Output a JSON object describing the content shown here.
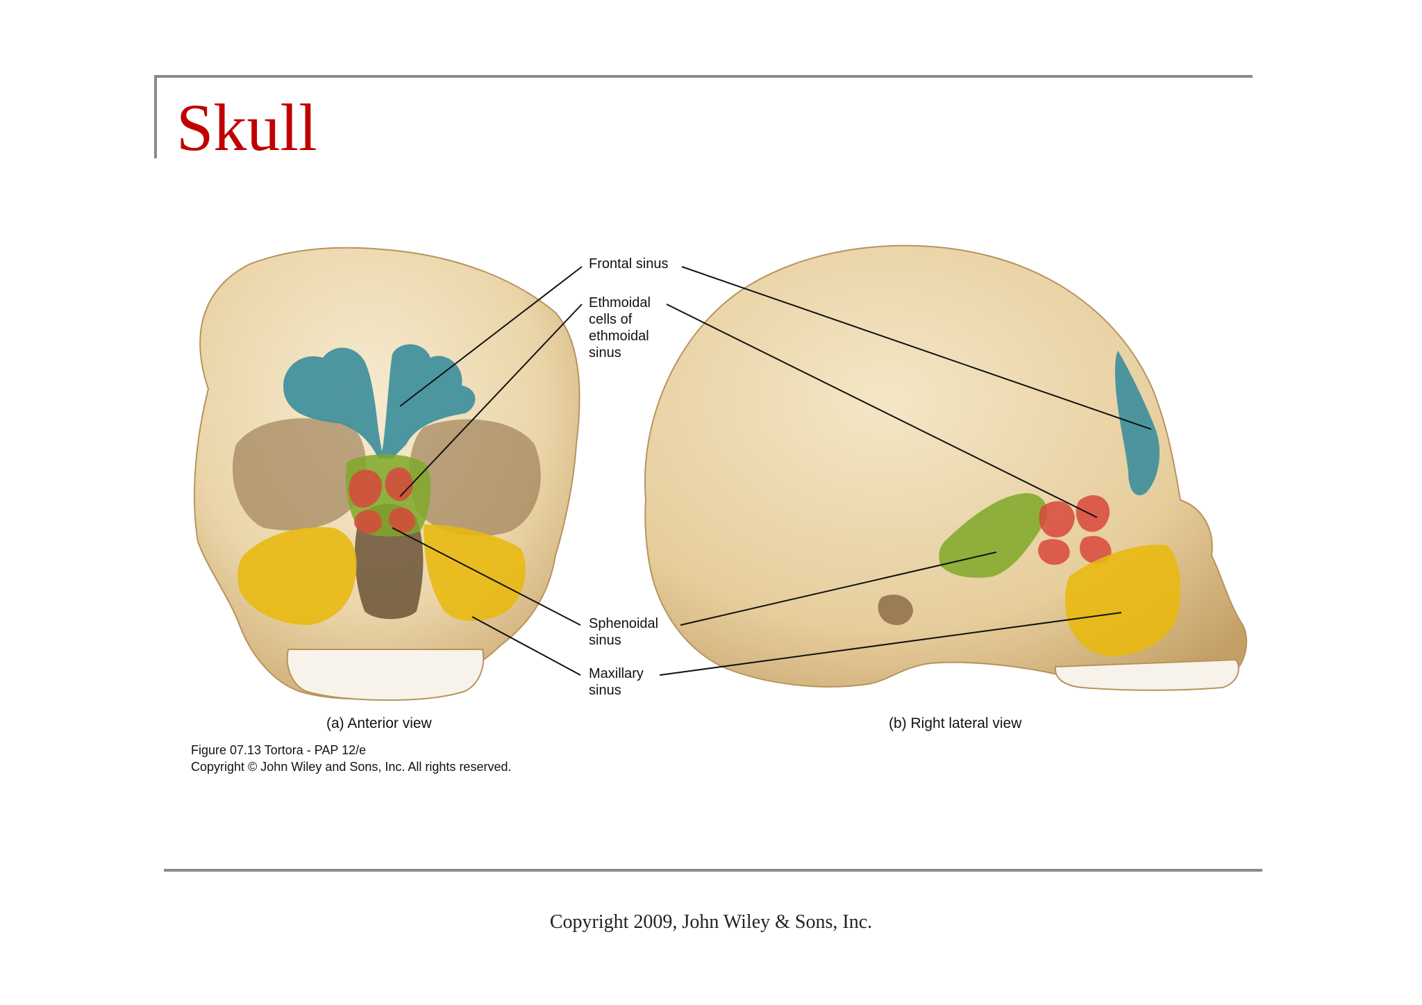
{
  "slide": {
    "title": "Skull",
    "footer": "Copyright 2009, John Wiley & Sons, Inc."
  },
  "figure": {
    "labels": {
      "frontal_sinus": "Frontal sinus",
      "ethmoidal_cells": "Ethmoidal\ncells of\nethmoidal\nsinus",
      "sphenoidal_sinus": "Sphenoidal\nsinus",
      "maxillary_sinus": "Maxillary\nsinus"
    },
    "captions": {
      "anterior": "(a) Anterior view",
      "lateral": "(b) Right lateral view"
    },
    "credit": {
      "line1": "Figure 07.13  Tortora - PAP 12/e",
      "line2": "Copyright © John Wiley and Sons, Inc. All rights reserved."
    },
    "colors": {
      "bone": "#ecd9ae",
      "frontal": "#3e8f9c",
      "ethmoidal": "#d8483c",
      "sphenoidal": "#7fa828",
      "maxillary": "#e8b80e"
    }
  }
}
